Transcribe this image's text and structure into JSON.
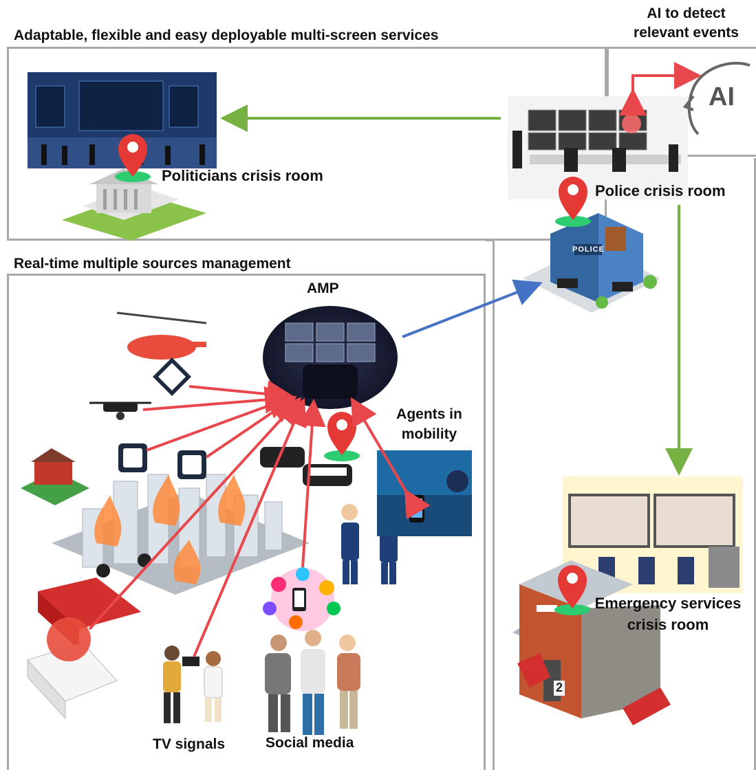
{
  "headings": {
    "services": "Adaptable, flexible and easy deployable multi-screen services",
    "ai": "AI to detect relevant events",
    "realtime": "Real-time multiple sources management"
  },
  "labels": {
    "politicians": "Politicians crisis room",
    "police": "Police crisis room",
    "amp": "AMP",
    "agents": "Agents in mobility",
    "emergency": "Emergency services crisis room",
    "tv": "TV signals",
    "social": "Social media"
  },
  "badges": {
    "police_sign": "POLICE",
    "ai_text": "AI",
    "garage_number": "2"
  },
  "colors": {
    "frame": "#a8a8a8",
    "arrow_green": "#77b043",
    "arrow_red": "#e8474b",
    "arrow_blue": "#4472c4",
    "pin": "#e53935",
    "amp_bg": "#1d2136"
  }
}
